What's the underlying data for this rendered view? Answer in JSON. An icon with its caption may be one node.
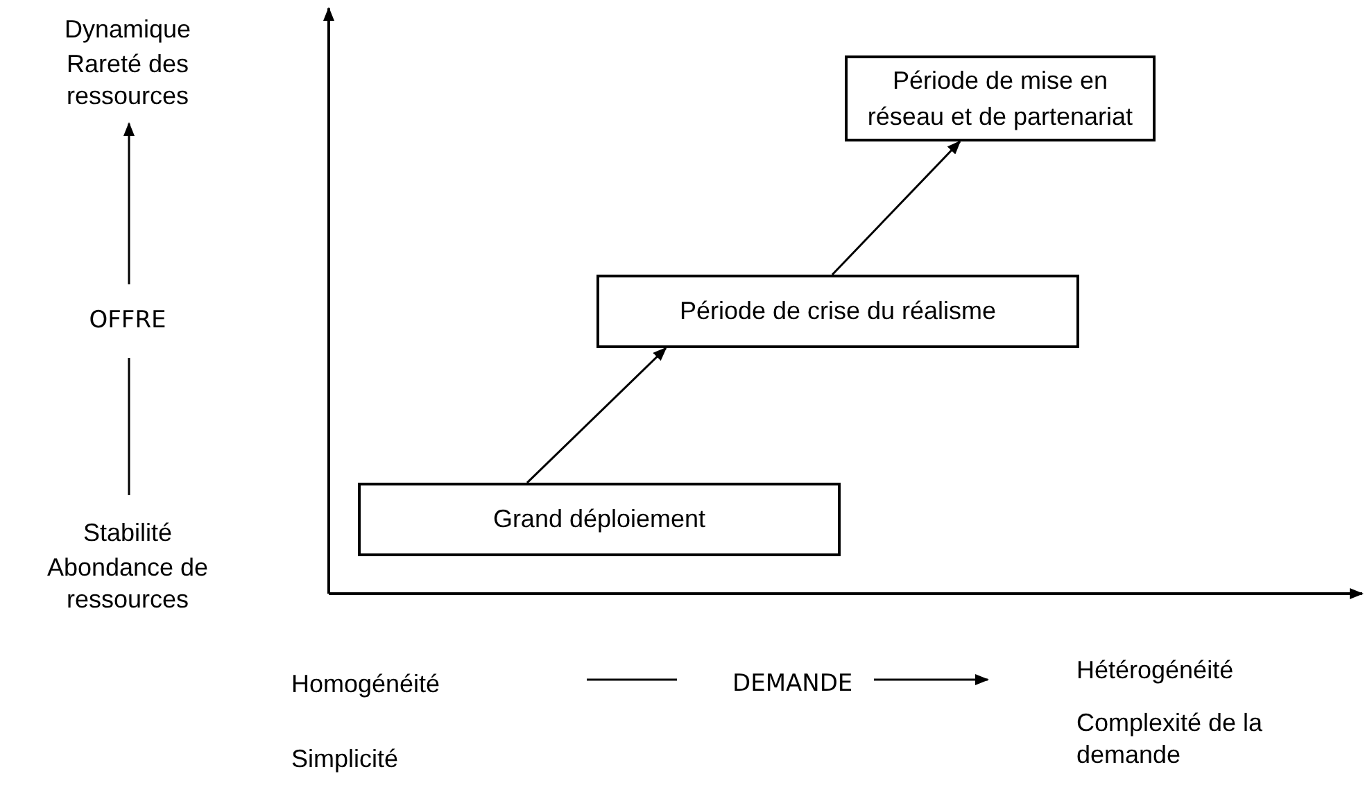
{
  "diagram": {
    "nodes": [
      {
        "text": [
          "Période de mise en réseau et de partenariat"
        ]
      },
      {
        "text": [
          "Période de crise du réalisme"
        ]
      },
      {
        "text": [
          "Grand déploiement"
        ]
      }
    ],
    "edges": [
      {
        "from": 2,
        "to": 1,
        "arrow": "to"
      },
      {
        "from": 1,
        "to": 0,
        "arrow": "to"
      }
    ],
    "labels": [
      "Dynamique",
      "Rareté des ressources",
      "OFFRE",
      "Stabilité",
      "Abondance de ressources",
      "Homogénéité",
      "DEMANDE",
      "Hétérogénéité",
      "Simplicité",
      "Complexité de la demande"
    ]
  }
}
